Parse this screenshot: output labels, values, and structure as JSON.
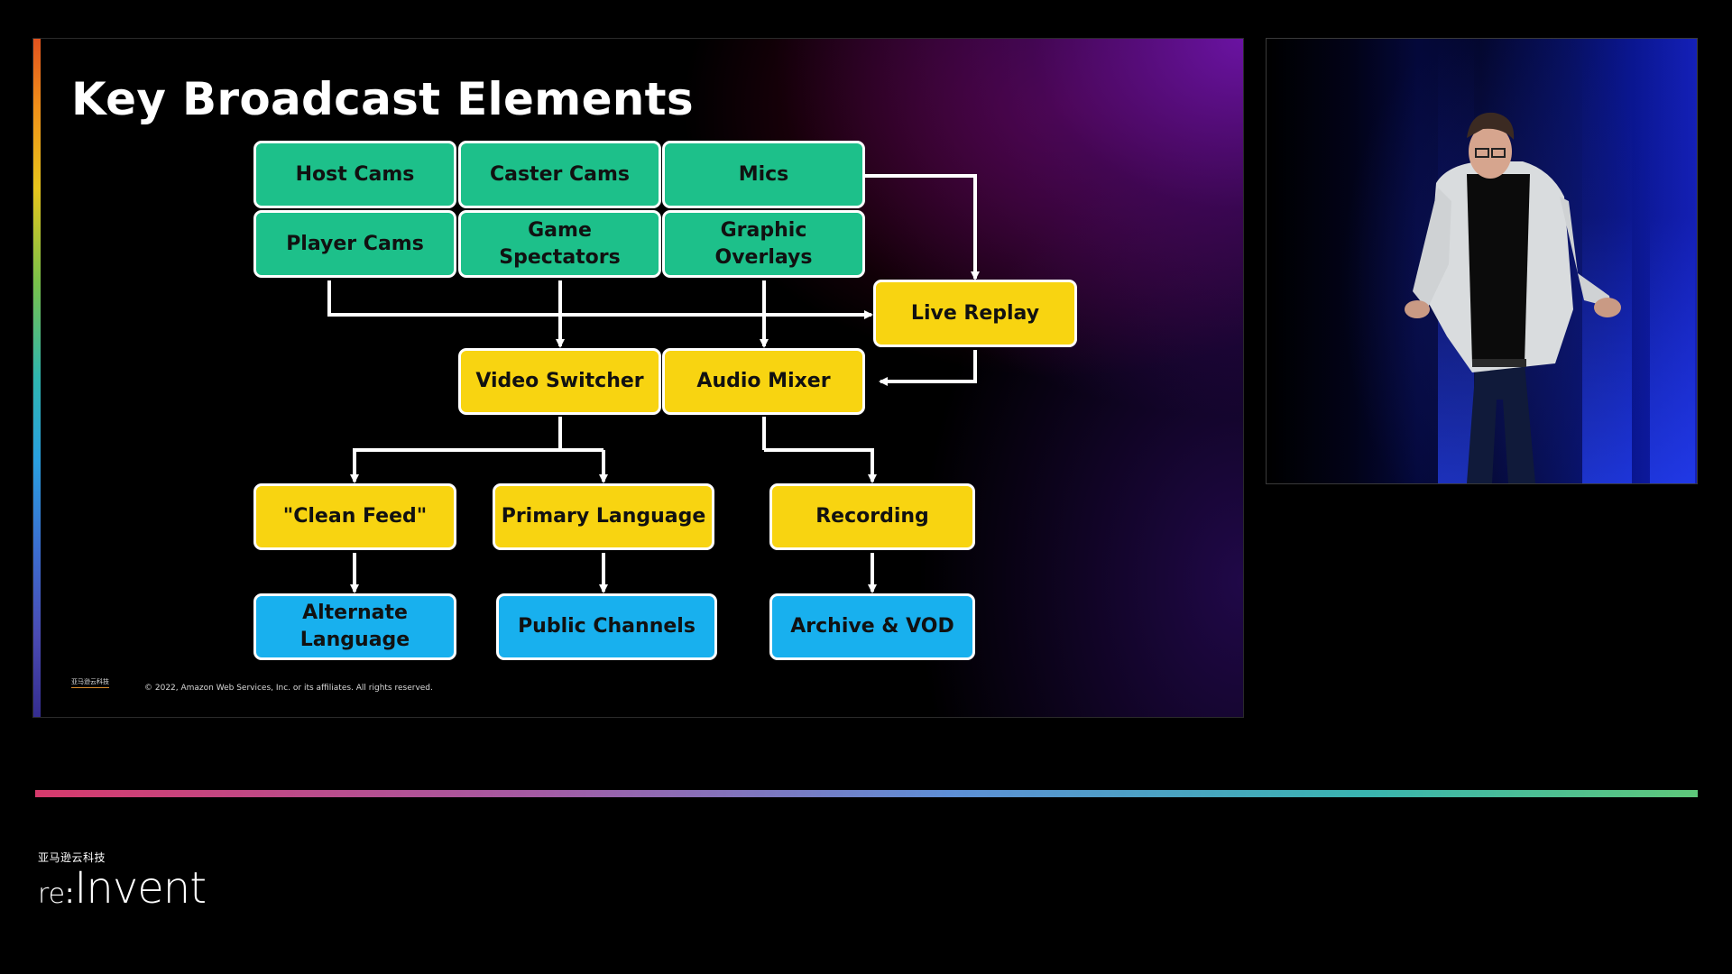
{
  "slide": {
    "title": "Key Broadcast Elements",
    "logo_text": "亚马逊云科技",
    "copyright": "© 2022, Amazon Web Services, Inc. or its affiliates. All rights reserved.",
    "nodes": {
      "host_cams": "Host Cams",
      "caster_cams": "Caster Cams",
      "mics": "Mics",
      "player_cams": "Player Cams",
      "game_spectators": "Game Spectators",
      "graphic_overlays": "Graphic Overlays",
      "live_replay": "Live Replay",
      "video_switcher": "Video Switcher",
      "audio_mixer": "Audio Mixer",
      "clean_feed": "\"Clean Feed\"",
      "primary_language": "Primary Language",
      "recording": "Recording",
      "alternate_language": "Alternate Language",
      "public_channels": "Public Channels",
      "archive_vod": "Archive & VOD"
    },
    "colors": {
      "source": "#1dc08a",
      "processing": "#f8d411",
      "output": "#18b0ee"
    }
  },
  "footer": {
    "brand_small": "亚马逊云科技",
    "brand_re": "re",
    "brand_colon": ":",
    "brand_invent": "Invent"
  }
}
